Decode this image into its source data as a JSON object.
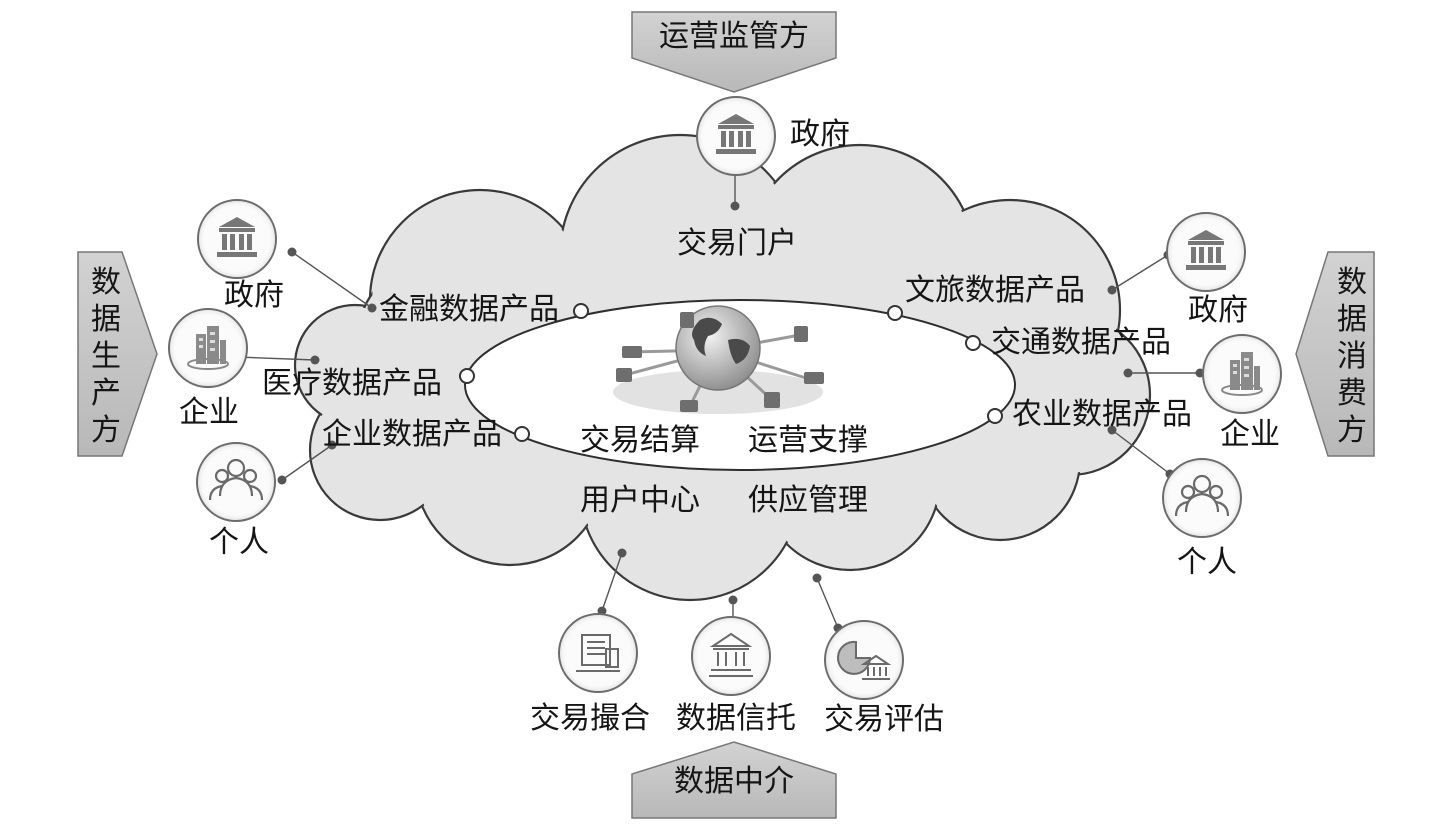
{
  "top_banner": {
    "label": "运营监管方"
  },
  "bottom_banner": {
    "label": "数据中介"
  },
  "left_banner": {
    "label": "数据生产方"
  },
  "right_banner": {
    "label": "数据消费方"
  },
  "supervisor": {
    "label": "政府",
    "icon": "bank-icon"
  },
  "cloud": {
    "portal": "交易门户",
    "products_left": [
      "金融数据产品",
      "医疗数据产品",
      "企业数据产品"
    ],
    "products_right": [
      "文旅数据产品",
      "交通数据产品",
      "农业数据产品"
    ],
    "core": [
      "交易结算",
      "运营支撑",
      "用户中心",
      "供应管理"
    ]
  },
  "producers": [
    {
      "label": "政府",
      "icon": "bank-icon"
    },
    {
      "label": "企业",
      "icon": "building-icon"
    },
    {
      "label": "个人",
      "icon": "people-icon"
    }
  ],
  "consumers": [
    {
      "label": "政府",
      "icon": "bank-icon"
    },
    {
      "label": "企业",
      "icon": "building-icon"
    },
    {
      "label": "个人",
      "icon": "people-icon"
    }
  ],
  "intermediaries": [
    {
      "label": "交易撮合",
      "icon": "exchange-icon"
    },
    {
      "label": "数据信托",
      "icon": "trust-icon"
    },
    {
      "label": "交易评估",
      "icon": "evaluation-icon"
    }
  ]
}
